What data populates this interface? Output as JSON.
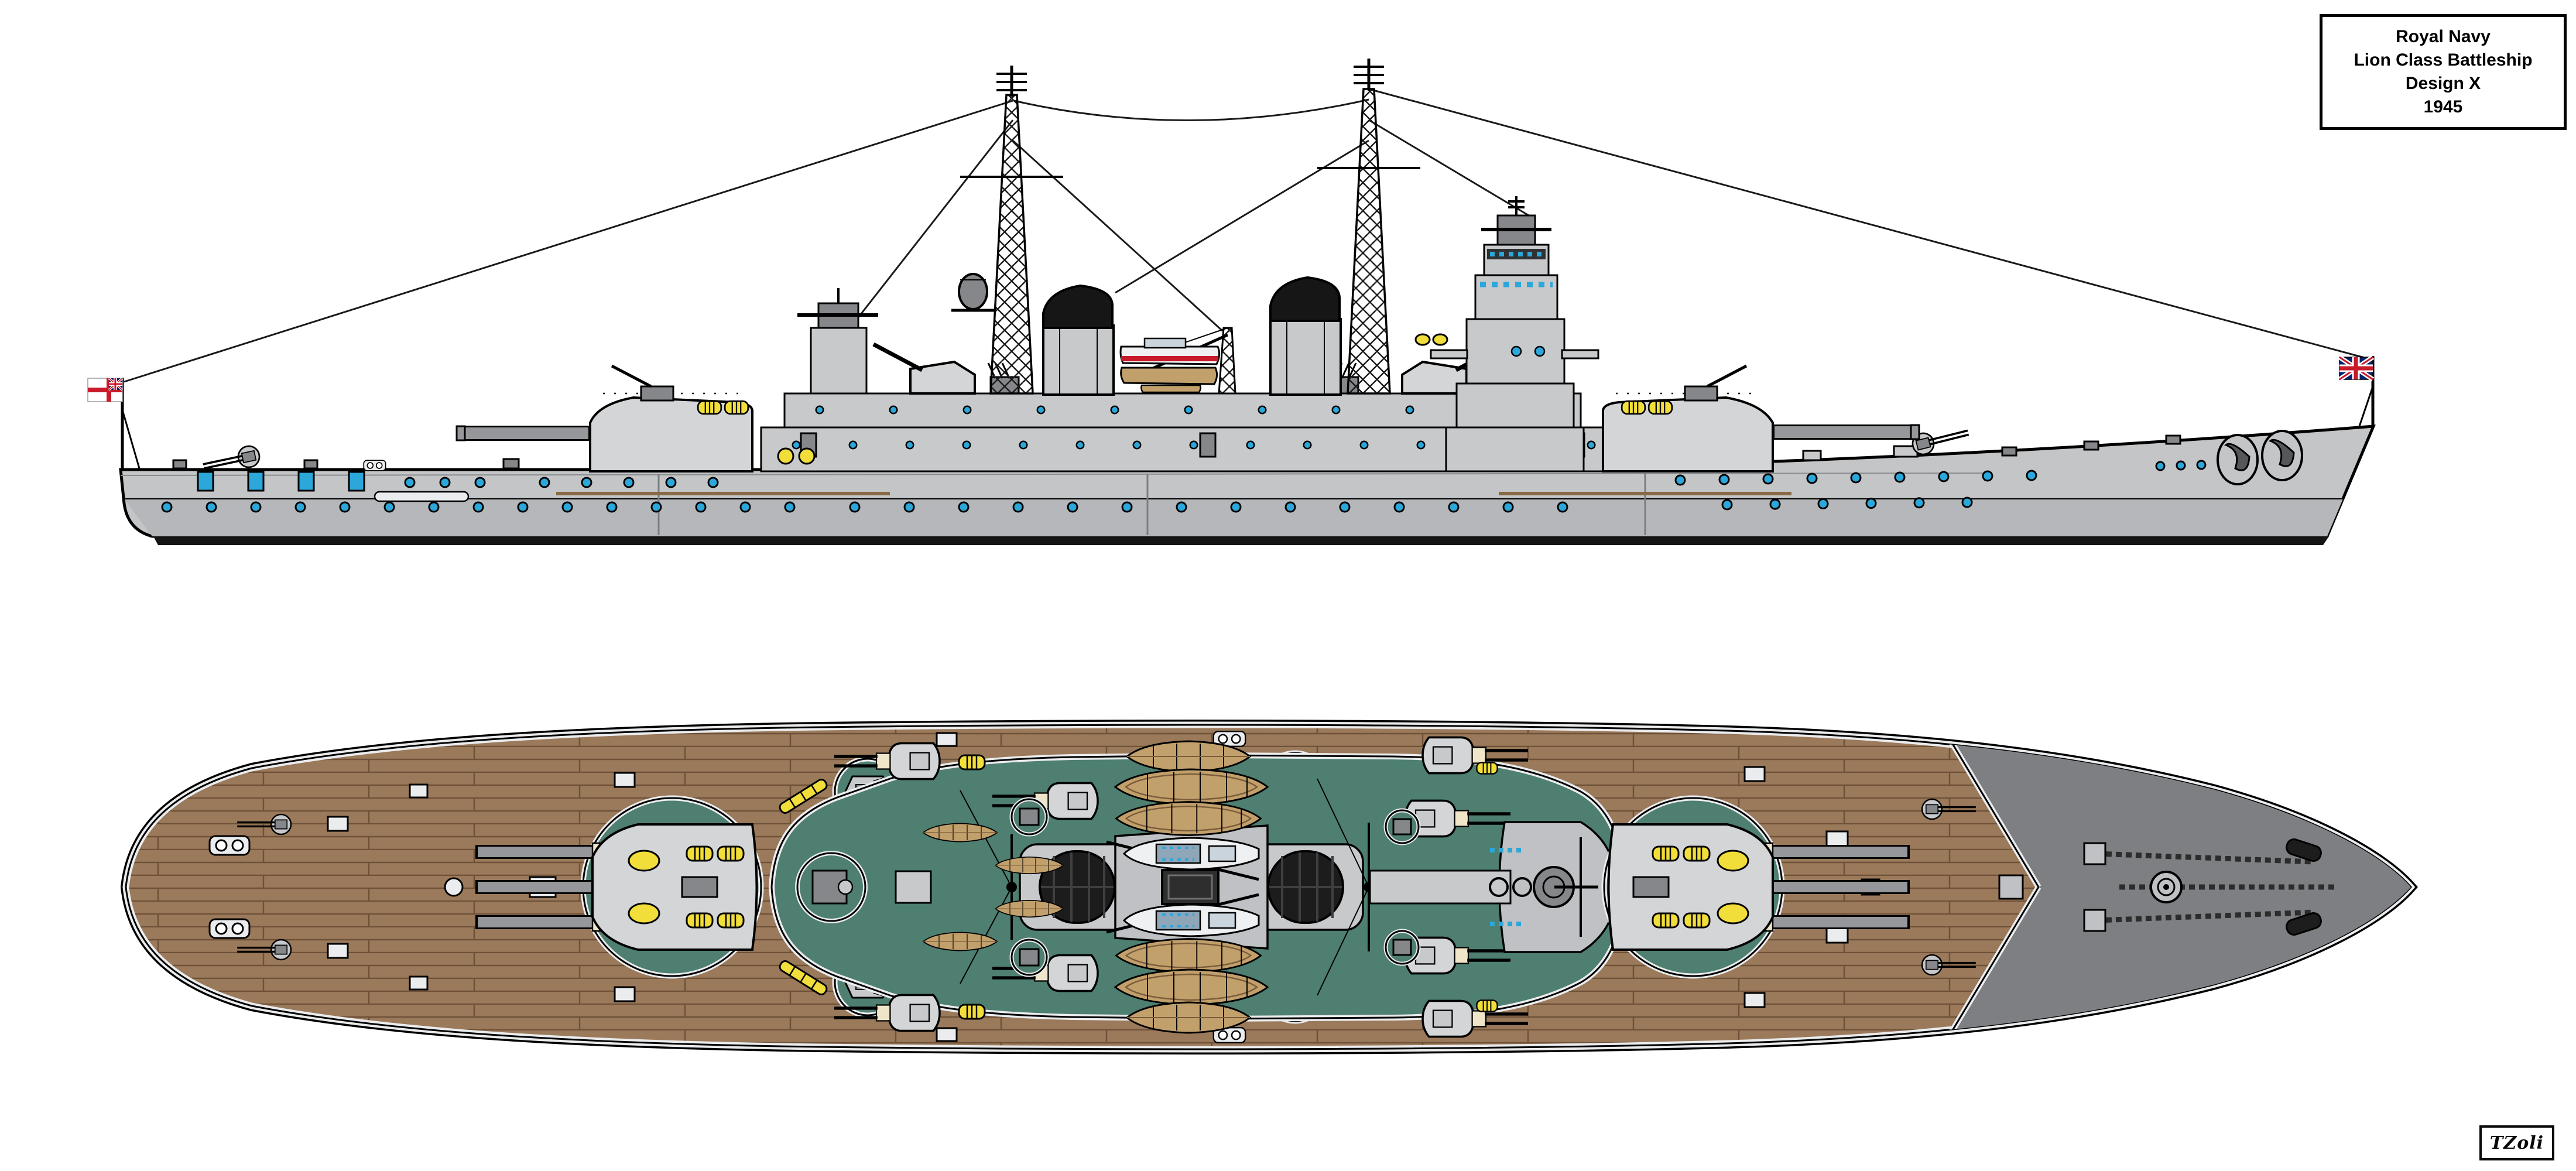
{
  "title_box": {
    "line1": "Royal Navy",
    "line2": "Lion Class Battleship",
    "line3": "Design X",
    "line4": "1945"
  },
  "signature": "TZoli",
  "flags": {
    "stern_flag_icon": "white-ensign",
    "bow_flag_icon": "union-jack"
  },
  "colors": {
    "white": "#ffffff",
    "black": "#000000",
    "hull": "#c3c5c7",
    "hull2": "#b5b7ba",
    "boot": "#141414",
    "super": "#c7c9cb",
    "turret": "#d3d5d7",
    "barrel": "#95979a",
    "darkgray": "#85878a",
    "cap": "#161616",
    "wood": "#9b7a5b",
    "woodline": "#6e5138",
    "bowdeck": "#7d7f82",
    "margin": "#ebecee",
    "teal": "#4e7f70",
    "yellow": "#f2de3a",
    "porthole": "#2ba7da",
    "red": "#c81a28",
    "navy": "#05226b",
    "boatwood": "#c2a06c",
    "boatline": "#7a5c3a",
    "cream": "#efe6c9",
    "platform": "#bfc1c4"
  }
}
